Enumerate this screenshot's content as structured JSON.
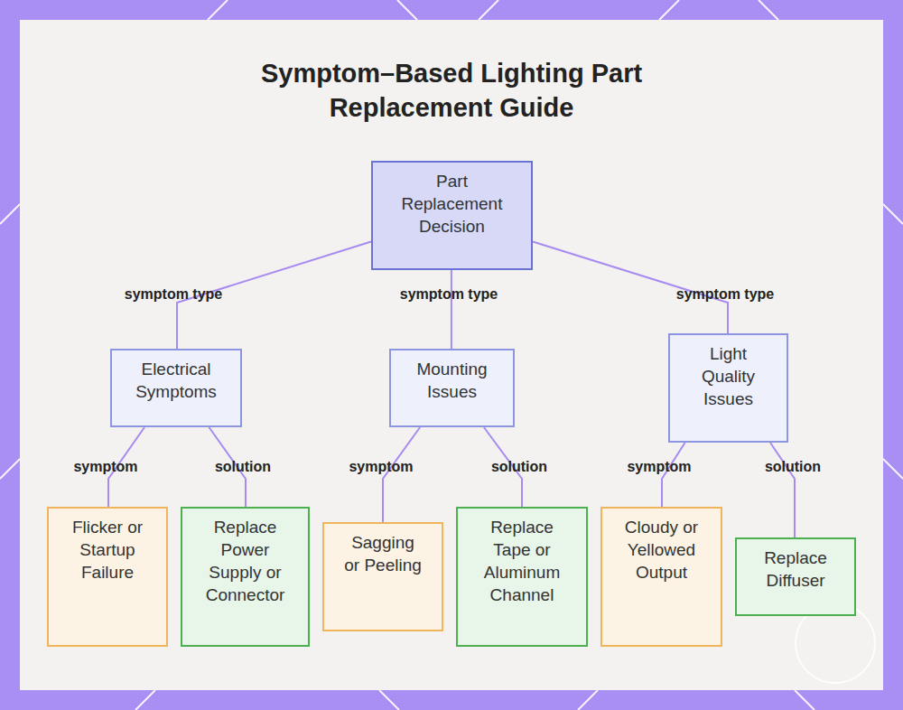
{
  "diagram": {
    "title": "Symptom–Based Lighting Part Replacement Guide",
    "nodes": [
      {
        "text": [
          "Part Replacement Decision"
        ]
      },
      {
        "text": [
          "Electrical Symptoms"
        ]
      },
      {
        "text": [
          "Mounting Issues"
        ]
      },
      {
        "text": [
          "Light Quality Issues"
        ]
      },
      {
        "text": [
          "Flicker or Startup Failure"
        ]
      },
      {
        "text": [
          "Replace Power Supply or Connector"
        ]
      },
      {
        "text": [
          "Sagging or Peeling"
        ]
      },
      {
        "text": [
          "Replace Tape or Aluminum Channel"
        ]
      },
      {
        "text": [
          "Cloudy or Yellowed Output"
        ]
      },
      {
        "text": [
          "Replace Diffuser"
        ]
      }
    ],
    "edges": [
      {
        "from": 0,
        "to": 1,
        "arrow": "none",
        "label": "symptom type"
      },
      {
        "from": 0,
        "to": 2,
        "arrow": "none",
        "label": "symptom type"
      },
      {
        "from": 0,
        "to": 3,
        "arrow": "none",
        "label": "symptom type"
      },
      {
        "from": 1,
        "to": 4,
        "arrow": "none",
        "label": "symptom"
      },
      {
        "from": 1,
        "to": 5,
        "arrow": "none",
        "label": "solution"
      },
      {
        "from": 2,
        "to": 6,
        "arrow": "none",
        "label": "symptom"
      },
      {
        "from": 2,
        "to": 7,
        "arrow": "none",
        "label": "solution"
      },
      {
        "from": 3,
        "to": 8,
        "arrow": "none",
        "label": "symptom"
      },
      {
        "from": 3,
        "to": 9,
        "arrow": "none",
        "label": "solution"
      }
    ]
  }
}
